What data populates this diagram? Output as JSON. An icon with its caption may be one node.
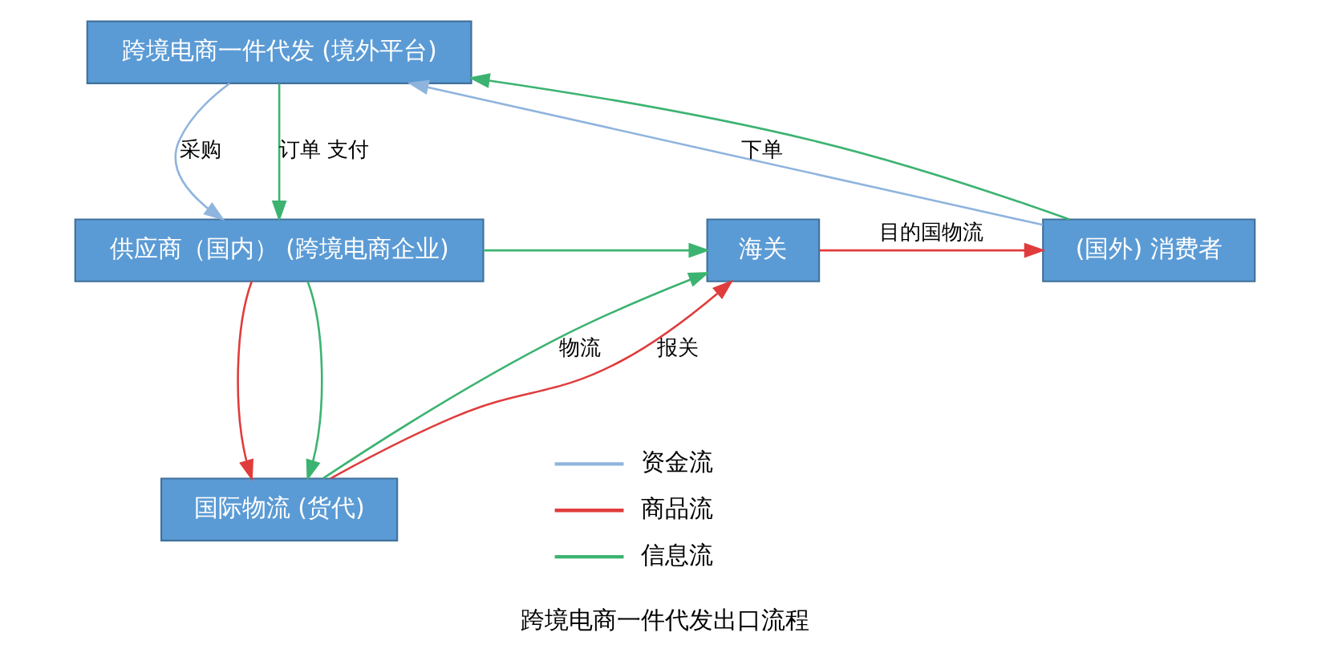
{
  "diagram": {
    "caption": "跨境电商一件代发出口流程",
    "nodes": [
      {
        "text": [
          "跨境电商一件代发 (境外平台)"
        ]
      },
      {
        "text": [
          "(国外) 消费者"
        ]
      },
      {
        "text": [
          "海关"
        ]
      },
      {
        "text": [
          "供应商（国内） (跨境电商企业)"
        ]
      },
      {
        "text": [
          "国际物流 (货代)"
        ]
      }
    ],
    "edges": [
      {
        "from": 1,
        "to": 0,
        "arrow": "to",
        "color": "#8fb4de",
        "label": "下单"
      },
      {
        "from": 1,
        "to": 0,
        "arrow": "to",
        "color": "#3cb371"
      },
      {
        "from": 0,
        "to": 3,
        "arrow": "to",
        "color": "#8fb4de",
        "label": "采购"
      },
      {
        "from": 0,
        "to": 3,
        "arrow": "to",
        "color": "#3cb371",
        "label": "订单 支付"
      },
      {
        "from": 3,
        "to": 2,
        "arrow": "to",
        "color": "#3cb371"
      },
      {
        "from": 2,
        "to": 1,
        "arrow": "to",
        "color": "#e03c3c",
        "label": "目的国物流"
      },
      {
        "from": 3,
        "to": 4,
        "arrow": "to",
        "color": "#e03c3c"
      },
      {
        "from": 3,
        "to": 4,
        "arrow": "to",
        "color": "#3cb371"
      },
      {
        "from": 4,
        "to": 2,
        "arrow": "to",
        "color": "#3cb371",
        "label": "物流"
      },
      {
        "from": 4,
        "to": 2,
        "arrow": "to",
        "color": "#e03c3c",
        "label": "报关"
      }
    ],
    "legend": [
      {
        "text": "资金流"
      },
      {
        "text": "商品流"
      },
      {
        "text": "信息流"
      }
    ]
  }
}
